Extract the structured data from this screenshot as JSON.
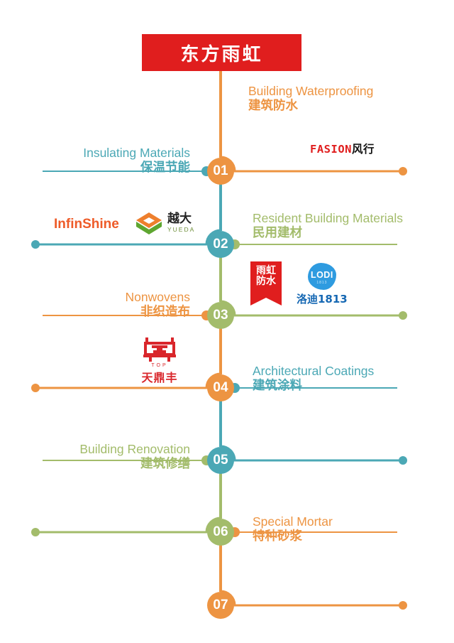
{
  "header": {
    "brand_cn": "东方雨虹",
    "brand_color": "#E01E1E"
  },
  "palette": {
    "orange": "#ED9442",
    "teal": "#4BA8B5",
    "green": "#A3BC6B",
    "red": "#E01E1E",
    "blue": "#1668B3"
  },
  "nodes": [
    {
      "num": "01",
      "circle_color": "#ED9442",
      "dot_color": "#4BA8B5"
    },
    {
      "num": "02",
      "circle_color": "#4BA8B5",
      "dot_color": "#A3BC6B"
    },
    {
      "num": "03",
      "circle_color": "#A3BC6B",
      "dot_color": "#ED9442"
    },
    {
      "num": "04",
      "circle_color": "#ED9442",
      "dot_color": "#4BA8B5"
    },
    {
      "num": "05",
      "circle_color": "#4BA8B5",
      "dot_color": "#A3BC6B"
    },
    {
      "num": "06",
      "circle_color": "#A3BC6B",
      "dot_color": "#ED9442"
    },
    {
      "num": "07",
      "circle_color": "#ED9442",
      "dot_color": "#ED9442"
    }
  ],
  "branches": [
    {
      "id": "waterproofing",
      "side": "right",
      "node": "01",
      "en": "Building Waterproofing",
      "zh": "建筑防水",
      "color": "#ED9442"
    },
    {
      "id": "insulating",
      "side": "left",
      "node": "01",
      "en": "Insulating Materials",
      "zh": "保温节能",
      "color": "#4BA8B5"
    },
    {
      "id": "resident-building-materials",
      "side": "right",
      "node": "02",
      "en": "Resident Building Materials",
      "zh": "民用建材",
      "color": "#A3BC6B"
    },
    {
      "id": "nonwovens",
      "side": "left",
      "node": "03",
      "en": "Nonwovens",
      "zh": "非织造布",
      "color": "#ED9442"
    },
    {
      "id": "architectural-coatings",
      "side": "right",
      "node": "04",
      "en": "Architectural Coatings",
      "zh": "建筑涂料",
      "color": "#4BA8B5"
    },
    {
      "id": "building-renovation",
      "side": "left",
      "node": "05",
      "en": "Building Renovation",
      "zh": "建筑修缮",
      "color": "#A3BC6B"
    },
    {
      "id": "special-mortar",
      "side": "right",
      "node": "06",
      "en": "Special Mortar",
      "zh": "特种砂浆",
      "color": "#ED9442"
    }
  ],
  "logos": {
    "fasion": {
      "latin": "FASION",
      "cn": "风行"
    },
    "infinshine": {
      "text": "InfinShine"
    },
    "yueda": {
      "cn": "越大",
      "en": "YUEDA"
    },
    "yuhong": {
      "line1": "雨虹",
      "line2": "防水"
    },
    "lodi": {
      "latin": "LODI",
      "tiny": "1813",
      "cn": "洛迪1813"
    },
    "tiandingfeng": {
      "sub": "TOP",
      "cn": "天鼎丰"
    }
  }
}
